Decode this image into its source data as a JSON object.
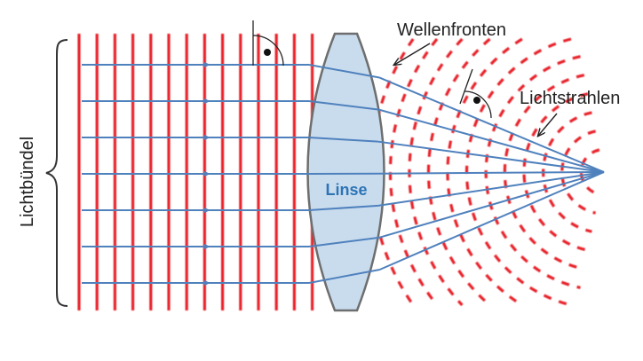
{
  "labels": {
    "wavefronts": "Wellenfronten",
    "rays": "Lichtstrahlen",
    "lens": "Linse",
    "bundle": "Lichtbündel"
  },
  "colors": {
    "background": "#ffffff",
    "wavefront": "#e8232a",
    "ray": "#4f81bd",
    "lens_fill": "#c9dcee",
    "lens_outline": "#6e6e6e",
    "lens_label": "#2e74b5",
    "text": "#222222"
  },
  "diagram": {
    "incoming_plane_wavefronts": 14,
    "incoming_rays": 7,
    "converging_wavefronts": 12,
    "right_angle_markers": 2
  }
}
